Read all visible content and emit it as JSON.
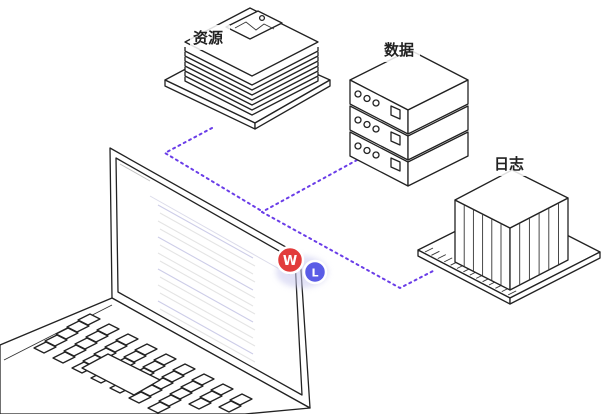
{
  "labels": {
    "resources": "资源",
    "data": "数据",
    "logs": "日志"
  },
  "badges": {
    "w": "W",
    "l": "L"
  },
  "colors": {
    "connector": "#6a3de8",
    "badge_w": "#e23b3b",
    "badge_l": "#5a5ce6",
    "line": "#222222"
  },
  "icons": {
    "document_stack": "document-stack-icon",
    "server_rack": "server-rack-icon",
    "log_building": "log-building-icon",
    "laptop": "laptop-icon"
  }
}
